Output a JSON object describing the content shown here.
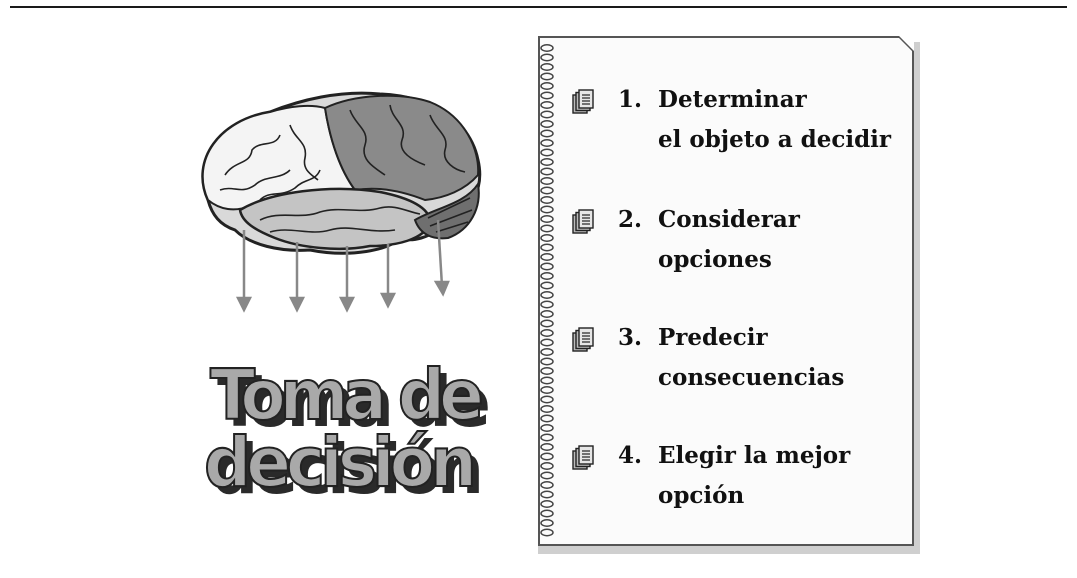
{
  "title_art": {
    "line1": "Toma de",
    "line2": "decisión"
  },
  "steps": [
    {
      "num": "1.",
      "line1": "Determinar",
      "line2": "el objeto a decidir"
    },
    {
      "num": "2.",
      "line1": "Considerar",
      "line2": "opciones"
    },
    {
      "num": "3.",
      "line1": "Predecir",
      "line2": "consecuencias"
    },
    {
      "num": "4.",
      "line1": "Elegir la mejor",
      "line2": "opción"
    }
  ],
  "icons": {
    "brain": "brain-icon",
    "arrow": "arrow-down-icon",
    "step": "document-stack-icon",
    "spiral": "spiral-binding-icon"
  }
}
